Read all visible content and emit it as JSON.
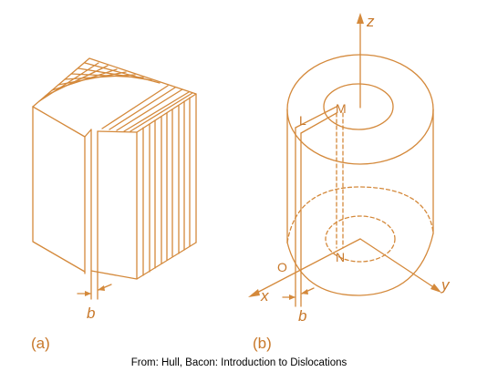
{
  "figure_a": {
    "label": "(a)",
    "burgers_label": "b"
  },
  "figure_b": {
    "label": "(b)",
    "axis_z": "z",
    "axis_x": "x",
    "axis_y": "y",
    "point_L": "L",
    "point_M": "M",
    "point_N": "N",
    "point_O": "O",
    "burgers_label": "b"
  },
  "caption": "From: Hull, Bacon: Introduction to Dislocations",
  "colors": {
    "line": "#d4893b",
    "label": "#c8782a",
    "caption": "#000000",
    "background": "#ffffff"
  }
}
